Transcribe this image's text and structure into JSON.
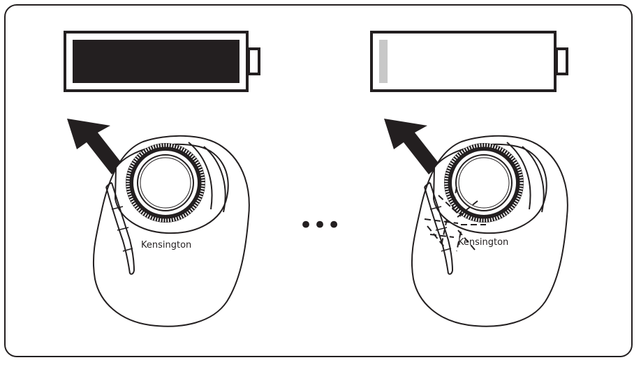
{
  "diagram": {
    "left_panel": {
      "battery": {
        "state": "full",
        "charge_level": 1.0
      },
      "indicator": "arrow-up-left",
      "device": {
        "brand_label": "Kensington",
        "led_state": "off"
      }
    },
    "separator": {
      "text": "•••"
    },
    "right_panel": {
      "battery": {
        "state": "low",
        "charge_level": 0.05
      },
      "indicator": "arrow-up-left",
      "device": {
        "brand_label": "Kensington",
        "led_state": "flashing"
      }
    },
    "colors": {
      "stroke": "#231f20",
      "battery_fill_full": "#231f20",
      "battery_fill_low": "#c8c8c8",
      "background": "#ffffff"
    }
  }
}
